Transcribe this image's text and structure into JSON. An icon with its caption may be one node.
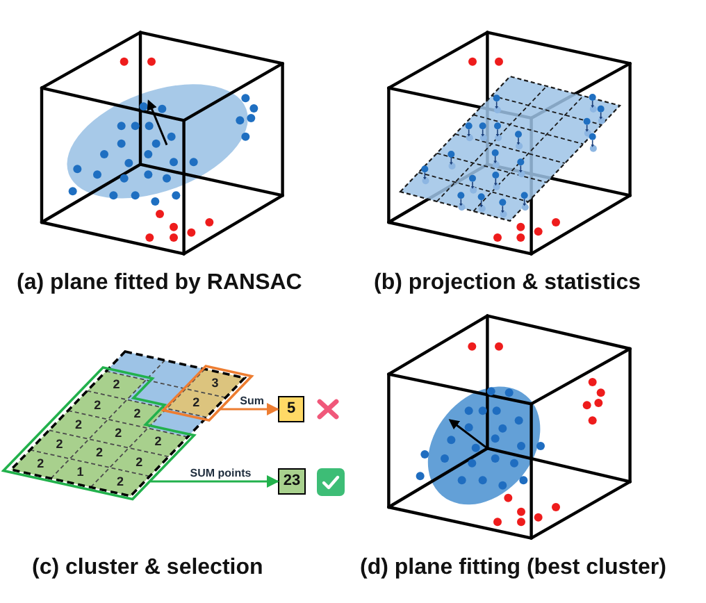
{
  "diagram": {
    "nodes": [
      {
        "text": [
          "3",
          "2"
        ]
      },
      {
        "text": [
          "5"
        ]
      },
      {
        "text": [
          "2",
          "2",
          "2",
          "2",
          "2",
          "2",
          "2",
          "2",
          "2",
          "2",
          "1",
          "2"
        ]
      },
      {
        "text": [
          "23"
        ]
      }
    ],
    "edges": [
      {
        "from": 0,
        "to": 1,
        "arrow": "to",
        "label": "Sum",
        "color": "#ed7d31"
      },
      {
        "from": 2,
        "to": 3,
        "arrow": "to",
        "label": "SUM points",
        "color": "#22b14c"
      }
    ],
    "labels": [
      "(a) plane fitted by RANSAC",
      "(b) projection & statistics",
      "(c) cluster & selection",
      "(d) plane fitting (best cluster)"
    ]
  }
}
